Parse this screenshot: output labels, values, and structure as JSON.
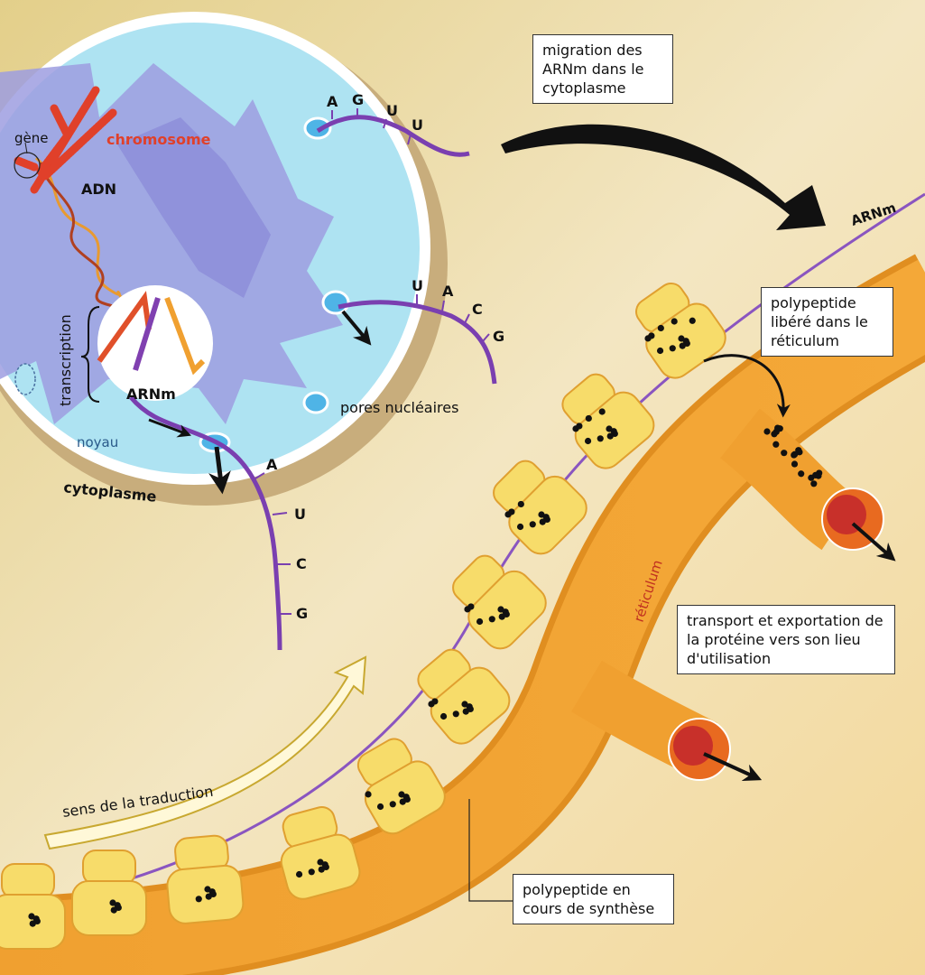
{
  "labels": {
    "gene": "gène",
    "chromosome": "chromosome",
    "adn": "ADN",
    "transcription": "transcription",
    "arnm_nucleus": "ARNm",
    "noyau": "noyau",
    "cytoplasme": "cytoplasme",
    "pores": "pores nucléaires",
    "arnm_cytoplasm": "ARNm",
    "reticulum": "réticulum",
    "sens": "sens de la traduction"
  },
  "boxes": {
    "migration": "migration des ARNm dans le cytoplasme",
    "libere": "polypeptide libéré dans le réticulum",
    "transport": "transport et exportation de la protéine vers son lieu d'utilisation",
    "synthese": "polypeptide en cours de synthèse"
  },
  "codons": {
    "top": [
      "A",
      "G",
      "U",
      "U"
    ],
    "middle": [
      "U",
      "A",
      "C",
      "G"
    ],
    "bottom": [
      "A",
      "U",
      "C",
      "G"
    ]
  },
  "colors": {
    "reticulum": "#f0a030",
    "ribosome": "#f7dc6a",
    "mrna": "#7a3fb0",
    "nucleus": "#aee3f2",
    "chromosome": "#e0402a"
  }
}
